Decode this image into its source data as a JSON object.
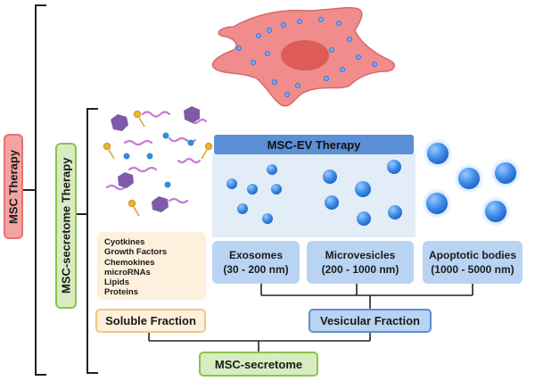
{
  "msc_therapy": "MSC Therapy",
  "secretome_therapy": "MSC-secretome  Therapy",
  "ev_therapy": "MSC-EV Therapy",
  "soluble_items": [
    "Cyotkines",
    "Growth Factors",
    "Chemokines",
    "microRNAs",
    "Lipids",
    "Proteins"
  ],
  "exosomes": {
    "name": "Exosomes",
    "size": "(30 - 200 nm)"
  },
  "microvesicles": {
    "name": "Microvesicles",
    "size": "(200 - 1000 nm)"
  },
  "apoptotic_bodies": {
    "name": "Apoptotic bodies",
    "size": "(1000 - 5000 nm)"
  },
  "soluble_fraction": "Soluble Fraction",
  "vesicular_fraction": "Vesicular Fraction",
  "secretome": "MSC-secretome",
  "colors": {
    "msc_therapy_fill": "#f4a3a3",
    "green": "#8bc34a",
    "green_fill": "#d7ecc0",
    "ev_header": "#5b8fd6",
    "vesicle": "#3f8ee8",
    "label_blue": "#b9d3f3",
    "cell": "#f08c8c",
    "nucleus": "#d9534f",
    "soluble_fill": "#fdf0dc",
    "soluble_border": "#f3c680",
    "vesicular_border": "#5b8fd6"
  }
}
